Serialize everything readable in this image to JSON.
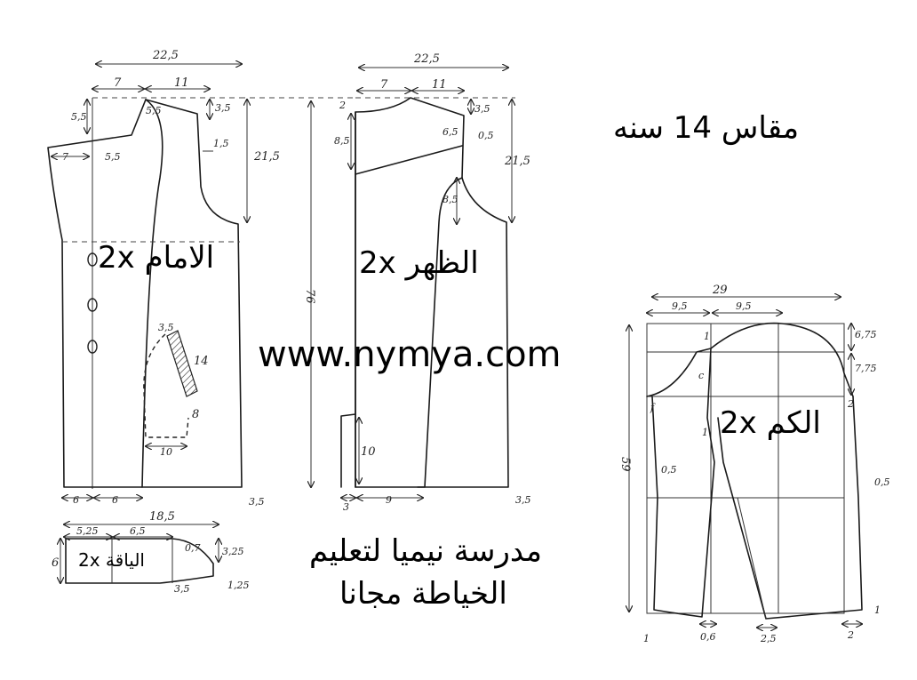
{
  "title": "مقاس 14 سنه",
  "website": "www.nymya.com",
  "school": {
    "line1": "مدرسة نيميا لتعليم",
    "line2": "الخياطة مجانا"
  },
  "front": {
    "label": "الامام 2x",
    "width": "22,5",
    "neck_w": "7",
    "shoulder_w": "11",
    "collar_drop": "5,5",
    "lapel_w": "7",
    "lapel_in": "5,5",
    "neck_drop_small": "5,5",
    "shoulder_drop": "3,5",
    "armhole_curve": "1,5",
    "armhole_depth": "21,5",
    "pocket_slant": "3,5",
    "pocket_len": "14",
    "pocket_side": "8",
    "pocket_w": "10",
    "hem_a": "6",
    "hem_b": "6",
    "hem_c": "3,5"
  },
  "back": {
    "label": "الظهر 2x",
    "width": "22,5",
    "neck_w": "7",
    "shoulder_w": "11",
    "neck_drop": "2",
    "yoke_drop": "8,5",
    "shoulder_seg": "6,5",
    "shoulder_drop": "3,5",
    "shoulder_ext": "0,5",
    "armhole_depth": "21,5",
    "armhole_lower": "8,5",
    "length": "76",
    "vent": "10",
    "vent_w": "3",
    "hem_w": "9",
    "hem_side": "3,5"
  },
  "collar": {
    "label": "الياقة 2x",
    "width": "18,5",
    "seg1": "5,25",
    "seg2": "6,5",
    "tip": "0,7",
    "drop": "3,25",
    "height": "6",
    "inner": "3,5",
    "end": "1,25"
  },
  "sleeve": {
    "label": "الكم 2x",
    "width": "29",
    "half_a": "9,5",
    "half_b": "9,5",
    "cap_top": "6,75",
    "cap_mid": "7,75",
    "length": "59",
    "mark_1": "1",
    "mark_c": "c",
    "mark_f": "f",
    "mark_2": "2",
    "mark_1b": "1",
    "under_l": "0,5",
    "under_r": "0,5",
    "hem_l": "1",
    "hem_mid_a": "0,6",
    "hem_mid_b": "2,5",
    "hem_r": "2",
    "hem_r_end": "1"
  }
}
